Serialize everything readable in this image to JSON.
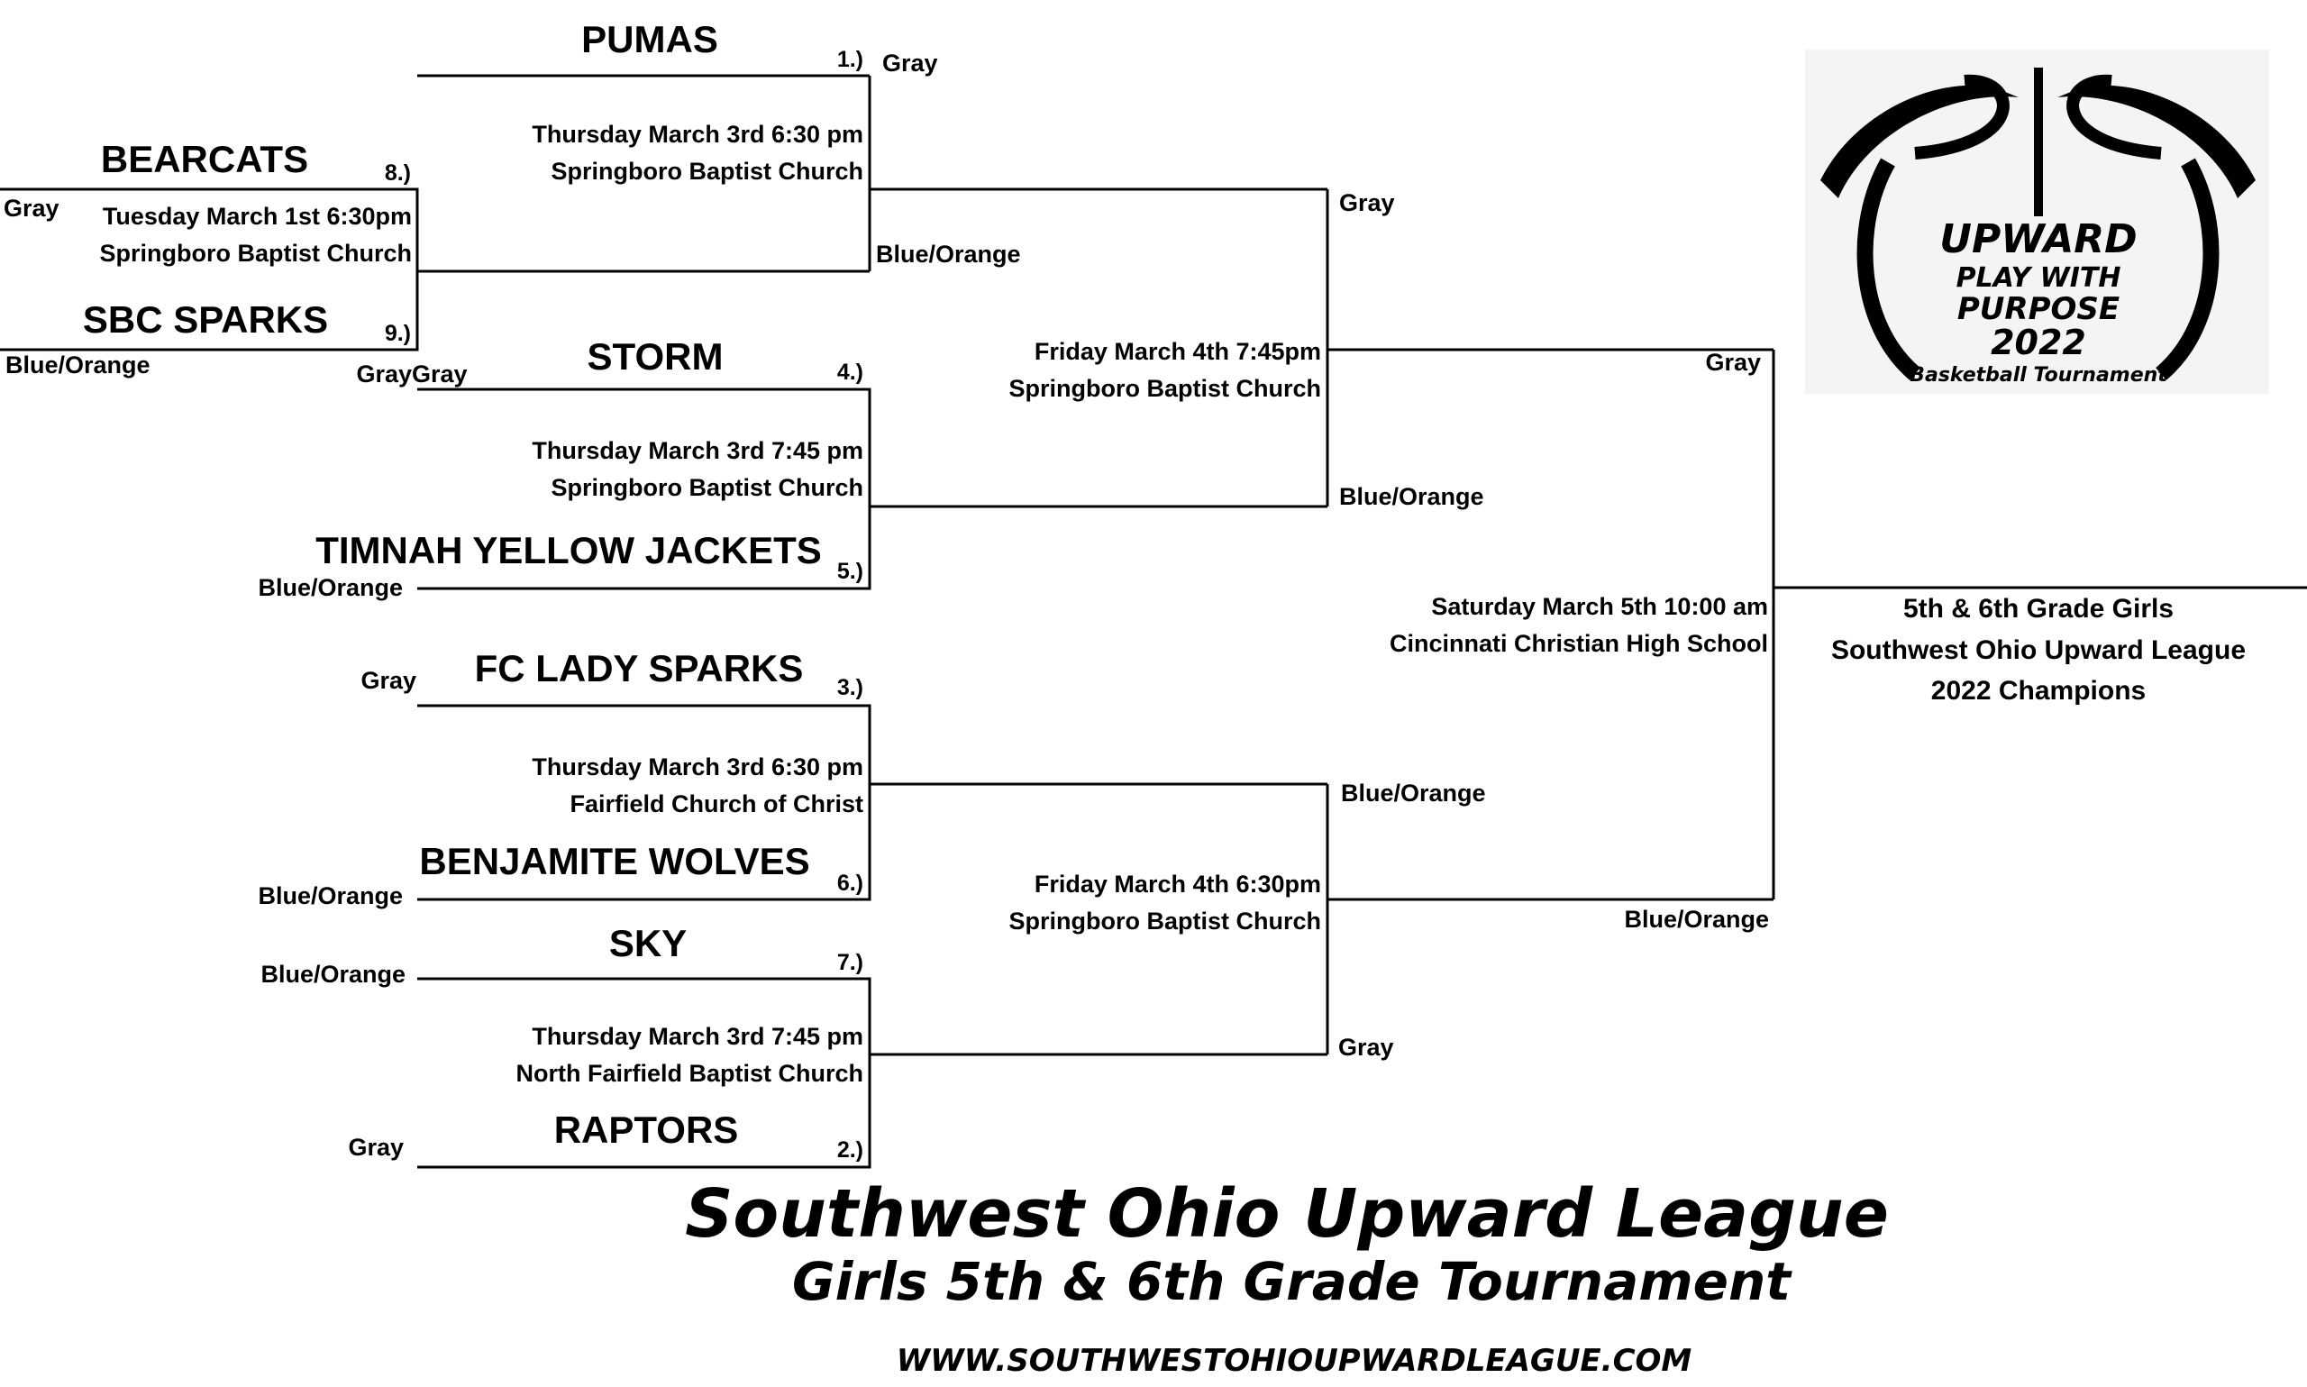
{
  "teams": {
    "pumas": {
      "name": "PUMAS",
      "seed": "1.)",
      "color": "Gray"
    },
    "bearcats": {
      "name": "BEARCATS",
      "seed": "8.)",
      "color": "Gray"
    },
    "sbc_sparks": {
      "name": "SBC SPARKS",
      "seed": "9.)",
      "color": "Blue/Orange"
    },
    "storm": {
      "name": "STORM",
      "seed": "4.)",
      "color": "Gray"
    },
    "timnah": {
      "name": "TIMNAH YELLOW JACKETS",
      "seed": "5.)",
      "color": "Blue/Orange"
    },
    "fc_lady_sparks": {
      "name": "FC LADY SPARKS",
      "seed": "3.)",
      "color": "Gray"
    },
    "benjamite": {
      "name": "BENJAMITE WOLVES",
      "seed": "6.)",
      "color": "Blue/Orange"
    },
    "sky": {
      "name": "SKY",
      "seed": "7.)",
      "color": "Blue/Orange"
    },
    "raptors": {
      "name": "RAPTORS",
      "seed": "2.)",
      "color": "Gray"
    }
  },
  "games": {
    "g1": {
      "when": "Tuesday March 1st 6:30pm",
      "where": "Springboro Baptist Church",
      "winner_color": "Gray"
    },
    "g2": {
      "when": "Thursday March 3rd 6:30 pm",
      "where": "Springboro Baptist Church",
      "winner_color": "Blue/Orange"
    },
    "g3": {
      "when": "Thursday March 3rd 7:45 pm",
      "where": "Springboro Baptist Church"
    },
    "g4": {
      "when": "Thursday March 3rd 6:30 pm",
      "where": "Fairfield Church of Christ"
    },
    "g5": {
      "when": "Thursday March 3rd 7:45 pm",
      "where": "North Fairfield Baptist Church"
    },
    "semi1": {
      "when": "Friday March 4th 7:45pm",
      "where": "Springboro Baptist Church",
      "top_color": "Gray",
      "bottom_color": "Blue/Orange"
    },
    "semi2": {
      "when": "Friday March 4th 6:30pm",
      "where": "Springboro Baptist Church",
      "top_color": "Blue/Orange",
      "bottom_color": "Gray"
    },
    "final": {
      "when": "Saturday March 5th 10:00 am",
      "where": "Cincinnati Christian High School",
      "top_color": "Gray",
      "bottom_color": "Blue/Orange"
    }
  },
  "champion": {
    "line1": "5th & 6th Grade Girls",
    "line2": "Southwest Ohio Upward League",
    "line3": "2022 Champions"
  },
  "logo": {
    "brand": "UPWARD",
    "line1": "PLAY WITH",
    "line2": "PURPOSE",
    "year": "2022",
    "caption": "Basketball Tournament"
  },
  "footer": {
    "title": "Southwest Ohio Upward League",
    "subtitle": "Girls 5th & 6th Grade Tournament",
    "url": "WWW.SOUTHWESTOHIOUPWARDLEAGUE.COM"
  }
}
